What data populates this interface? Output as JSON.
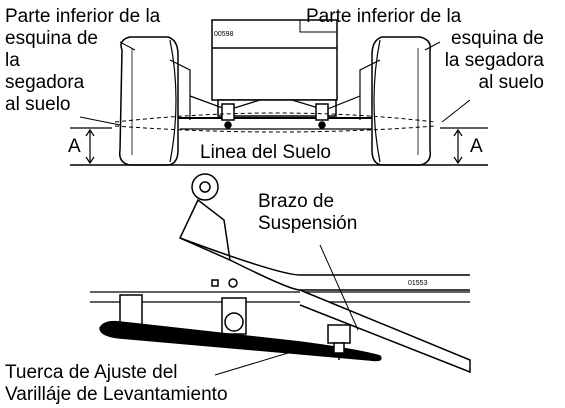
{
  "labels": {
    "top_left": [
      "Parte inferior de la",
      "esquina de",
      "la",
      "segadora",
      "al suelo"
    ],
    "top_right": [
      "Parte inferior de la",
      "esquina de",
      "la segadora",
      "al suelo"
    ],
    "height_left": "A",
    "height_right": "A",
    "ground_line": "Linea del Suelo",
    "suspension_arm": [
      "Brazo de",
      "Suspensión"
    ],
    "adjust_nut": [
      "Tuerca de Ajuste del",
      "Varilláje de Levantamiento"
    ]
  },
  "codes": {
    "top_figure": "00598",
    "bottom_figure": "01553"
  }
}
